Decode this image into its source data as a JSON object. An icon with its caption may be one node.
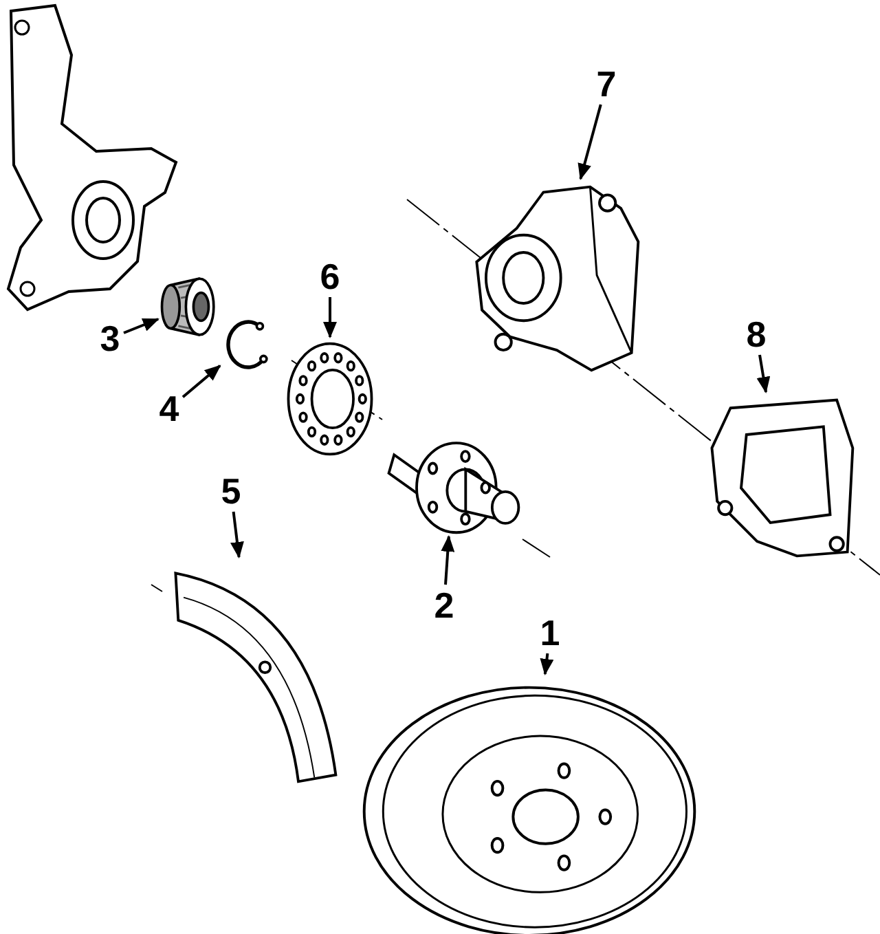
{
  "diagram": {
    "nodes": [
      {
        "text": [
          "7"
        ]
      },
      {
        "text": [
          "6"
        ]
      },
      {
        "text": [
          "3"
        ]
      },
      {
        "text": [
          "8"
        ]
      },
      {
        "text": [
          "4"
        ]
      },
      {
        "text": [
          "5"
        ]
      },
      {
        "text": [
          "2"
        ]
      },
      {
        "text": [
          "1"
        ]
      },
      {
        "text": [],
        "shape": "picture"
      },
      {
        "text": [],
        "shape": "picture"
      },
      {
        "text": [],
        "shape": "picture"
      },
      {
        "text": [],
        "shape": "picture"
      },
      {
        "text": [],
        "shape": "picture"
      },
      {
        "text": [],
        "shape": "picture"
      },
      {
        "text": [],
        "shape": "picture"
      },
      {
        "text": [],
        "shape": "picture"
      }
    ],
    "edges": [
      {
        "from": 0,
        "to": 8,
        "arrow": "to"
      },
      {
        "from": 1,
        "to": 9,
        "arrow": "to"
      },
      {
        "from": 2,
        "to": 10,
        "arrow": "to"
      },
      {
        "from": 3,
        "to": 11,
        "arrow": "to"
      },
      {
        "from": 4,
        "to": 12,
        "arrow": "to"
      },
      {
        "from": 5,
        "to": 13,
        "arrow": "to"
      },
      {
        "from": 6,
        "to": 14,
        "arrow": "to"
      },
      {
        "from": 7,
        "to": 15,
        "arrow": "to"
      }
    ]
  }
}
